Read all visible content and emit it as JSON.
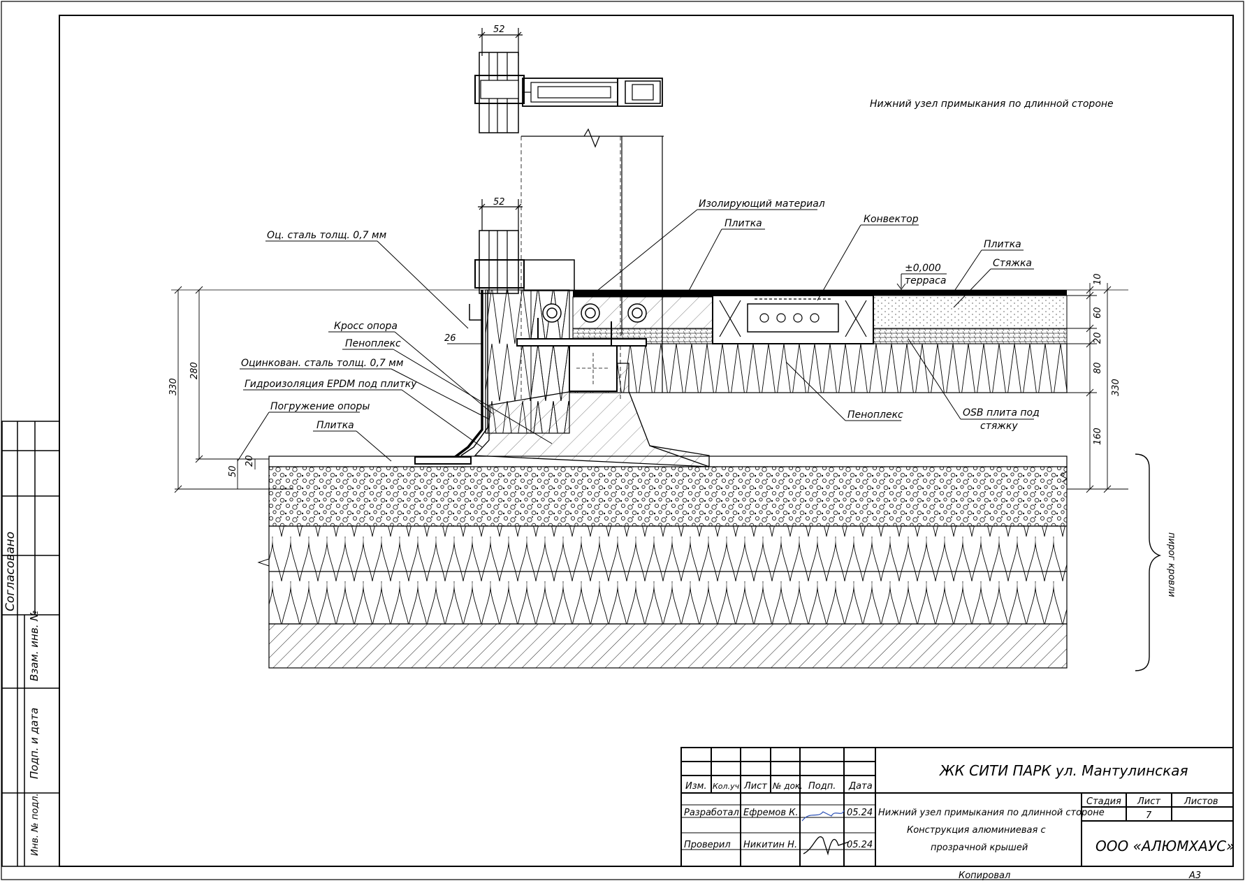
{
  "drawing": {
    "header_note": "Нижний узел примыкания по длинной стороне",
    "dimensions": {
      "top_52": "52",
      "mid_52": "52",
      "left_330": "330",
      "left_280": "280",
      "d26": "26",
      "d50": "50",
      "d20": "20",
      "right_10": "10",
      "right_60": "60",
      "right_20": "20",
      "right_80": "80",
      "right_160": "160",
      "right_330": "330"
    },
    "callouts": {
      "isolating": "Изолирующий материал",
      "tile_top": "Плитка",
      "convector": "Конвектор",
      "tile_right": "Плитка",
      "screed": "Стяжка",
      "level": "±0,000",
      "terrace": "терраса",
      "galv_steel": "Оц. сталь толщ. 0,7 мм",
      "cross_support": "Кросс опора",
      "penoplex_left": "Пеноплекс",
      "galv_steel_2": "Оцинкован. сталь толщ. 0,7 мм",
      "epdm": "Гидроизоляция EPDM под плитку",
      "support_depth": "Погружение опоры",
      "tile_bottom": "Плитка",
      "penoplex_right": "Пеноплекс",
      "osb_line1": "OSB плита под",
      "osb_line2": "стяжку",
      "roof_pie": "пирог кровли"
    }
  },
  "side_stamp": {
    "agreed": "Согласовано",
    "replacement_inv": "Взам. инв. №",
    "sign_date": "Подп. и дата",
    "inv_original": "Инв. № подл."
  },
  "title_block": {
    "project": "ЖК СИТИ ПАРК ул. Мантулинская",
    "headers": {
      "izm": "Изм.",
      "kol": "Кол.уч.",
      "list": "Лист",
      "ndoc": "№ док.",
      "podp": "Подп.",
      "date": "Дата"
    },
    "rows": [
      {
        "role": "Разработал",
        "name": "Ефремов К.",
        "date": "05.24"
      },
      {
        "role": "Проверил",
        "name": "Никитин Н.",
        "date": "05.24"
      }
    ],
    "description_line1": "Нижний узел примыкания по длинной стороне",
    "description_line2": "Конструкция алюминиевая с",
    "description_line3": "прозрачной крышей",
    "stage_label": "Стадия",
    "sheet_label": "Лист",
    "sheets_label": "Листов",
    "sheet_number": "7",
    "company": "ООО «АЛЮМХАУС»",
    "copied": "Копировал",
    "format": "А3"
  },
  "colors": {
    "ink": "#000000",
    "signature": "#2a4fb5"
  }
}
